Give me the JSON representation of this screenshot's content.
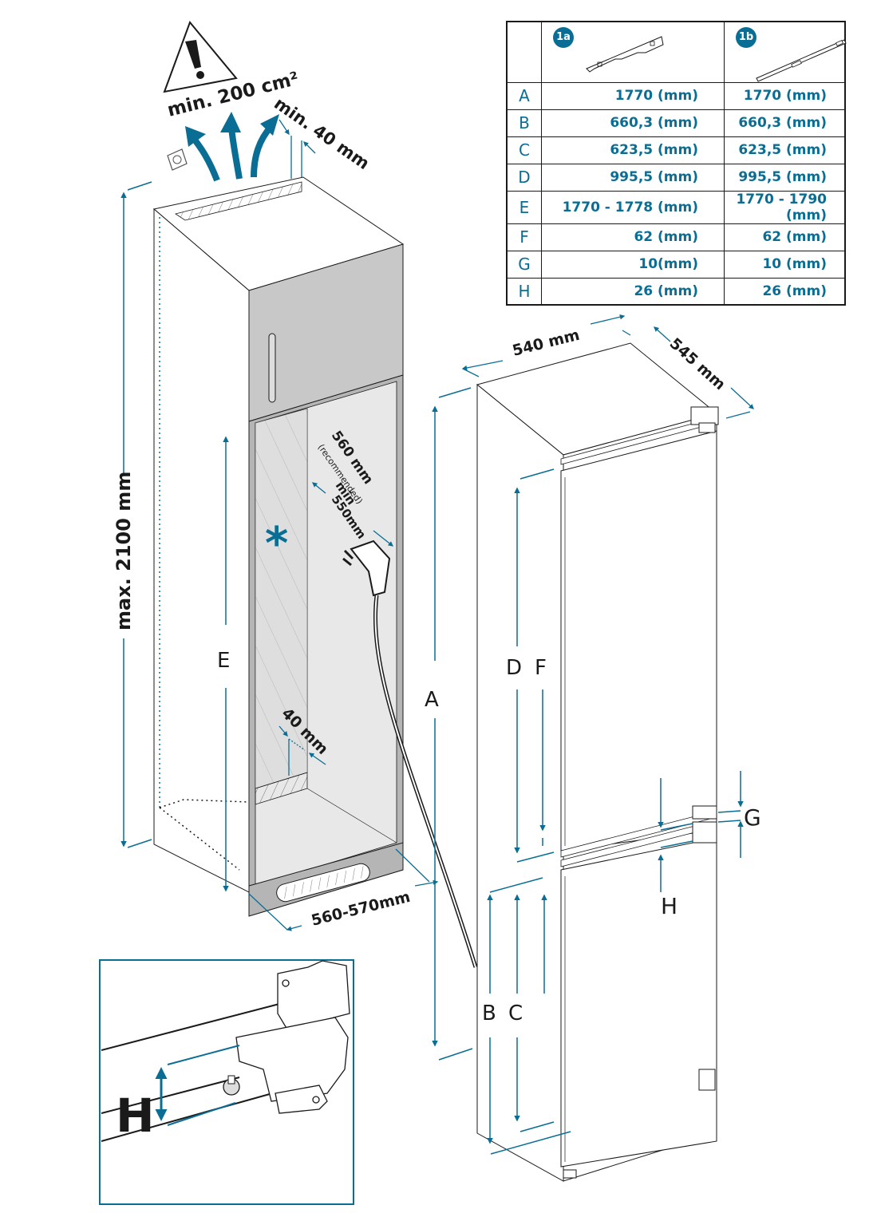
{
  "colors": {
    "accent": "#0a6e94",
    "ink": "#1a1a1a",
    "panel_grey": "#c8c8c8",
    "inner_grey": "#e8e8e8"
  },
  "warning": {
    "icon": "warning-triangle-icon",
    "ventilation_label": "min. 200 cm²",
    "top_gap_label": "min. 40 mm"
  },
  "cabinet": {
    "height_label": "max. 2100 mm",
    "depth_recommended_label": "560 mm",
    "depth_recommended_note": "(recommended)",
    "depth_min_label_1": "min",
    "depth_min_label_2": "550mm",
    "rear_gap_label": "40 mm",
    "width_label": "560-570mm",
    "dimension_e": "E",
    "asterisk": "*",
    "socket_icon": "power-socket-icon",
    "plug_icon": "power-plug-icon"
  },
  "fridge": {
    "width_label": "540 mm",
    "depth_label": "545 mm",
    "dimension_a": "A",
    "dimension_b": "B",
    "dimension_c": "C",
    "dimension_d": "D",
    "dimension_f": "F",
    "dimension_g": "G",
    "dimension_h": "H"
  },
  "hinge_detail": {
    "dimension_h": "H"
  },
  "spec_table": {
    "columns": [
      {
        "badge": "1a",
        "icon": "mounting-rail-1a-icon"
      },
      {
        "badge": "1b",
        "icon": "mounting-rail-1b-icon"
      }
    ],
    "rows": [
      {
        "letter": "A",
        "val_1a": "1770 (mm)",
        "val_1b": "1770 (mm)"
      },
      {
        "letter": "B",
        "val_1a": "660,3 (mm)",
        "val_1b": "660,3 (mm)"
      },
      {
        "letter": "C",
        "val_1a": "623,5 (mm)",
        "val_1b": "623,5 (mm)"
      },
      {
        "letter": "D",
        "val_1a": "995,5 (mm)",
        "val_1b": "995,5 (mm)"
      },
      {
        "letter": "E",
        "val_1a": "1770 - 1778 (mm)",
        "val_1b": "1770 - 1790 (mm)"
      },
      {
        "letter": "F",
        "val_1a": "62 (mm)",
        "val_1b": "62 (mm)"
      },
      {
        "letter": "G",
        "val_1a": "10(mm)",
        "val_1b": "10 (mm)"
      },
      {
        "letter": "H",
        "val_1a": "26 (mm)",
        "val_1b": "26 (mm)"
      }
    ]
  }
}
